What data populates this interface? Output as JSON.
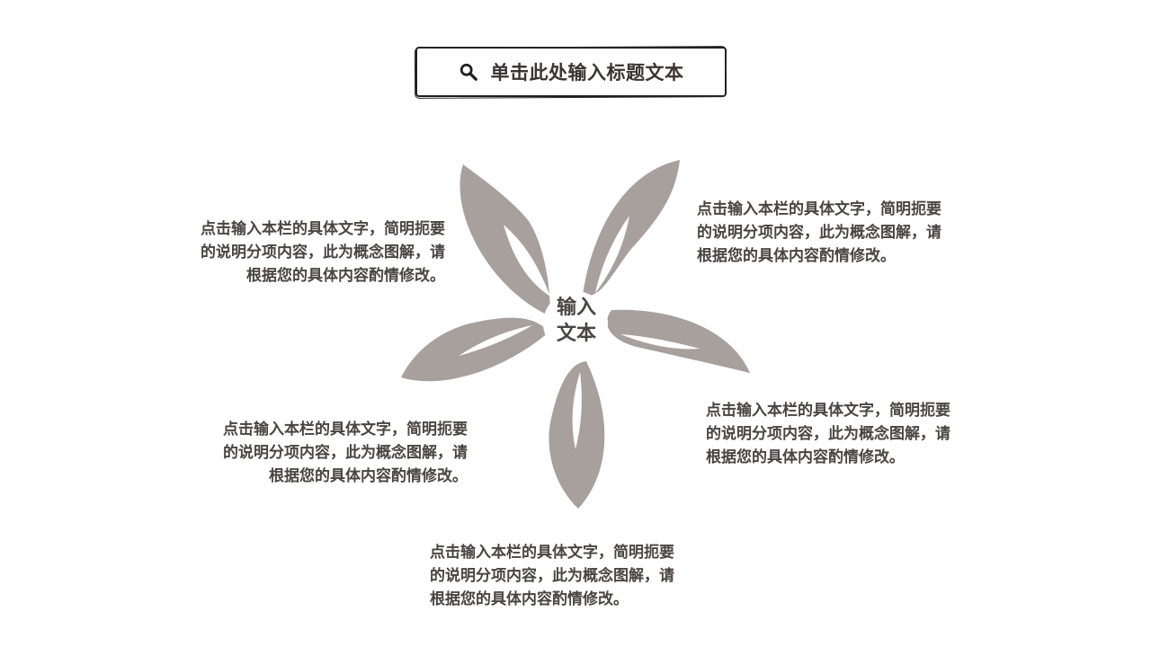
{
  "header": {
    "title": "单击此处输入标题文本",
    "icon": "search-icon"
  },
  "diagram": {
    "center_label_line1": "输入",
    "center_label_line2": "文本",
    "petal_color": "#a7a09d"
  },
  "text_blocks": {
    "top_left": {
      "line1": "点击输入本栏的具体文字，简明扼要",
      "line2": "的说明分项内容，此为概念图解，请",
      "line3": "根据您的具体内容酌情修改。"
    },
    "top_right": {
      "line1": "点击输入本栏的具体文字，简明扼要",
      "line2": "的说明分项内容，此为概念图解，请",
      "line3": "根据您的具体内容酌情修改。"
    },
    "bottom_left": {
      "line1": "点击输入本栏的具体文字，简明扼要",
      "line2": "的说明分项内容，此为概念图解，请",
      "line3": "根据您的具体内容酌情修改。"
    },
    "bottom_right": {
      "line1": "点击输入本栏的具体文字，简明扼要",
      "line2": "的说明分项内容，此为概念图解，请",
      "line3": "根据您的具体内容酌情修改。"
    },
    "bottom_center": {
      "line1": "点击输入本栏的具体文字，简明扼要",
      "line2": "的说明分项内容，此为概念图解，请",
      "line3": "根据您的具体内容酌情修改。"
    }
  }
}
